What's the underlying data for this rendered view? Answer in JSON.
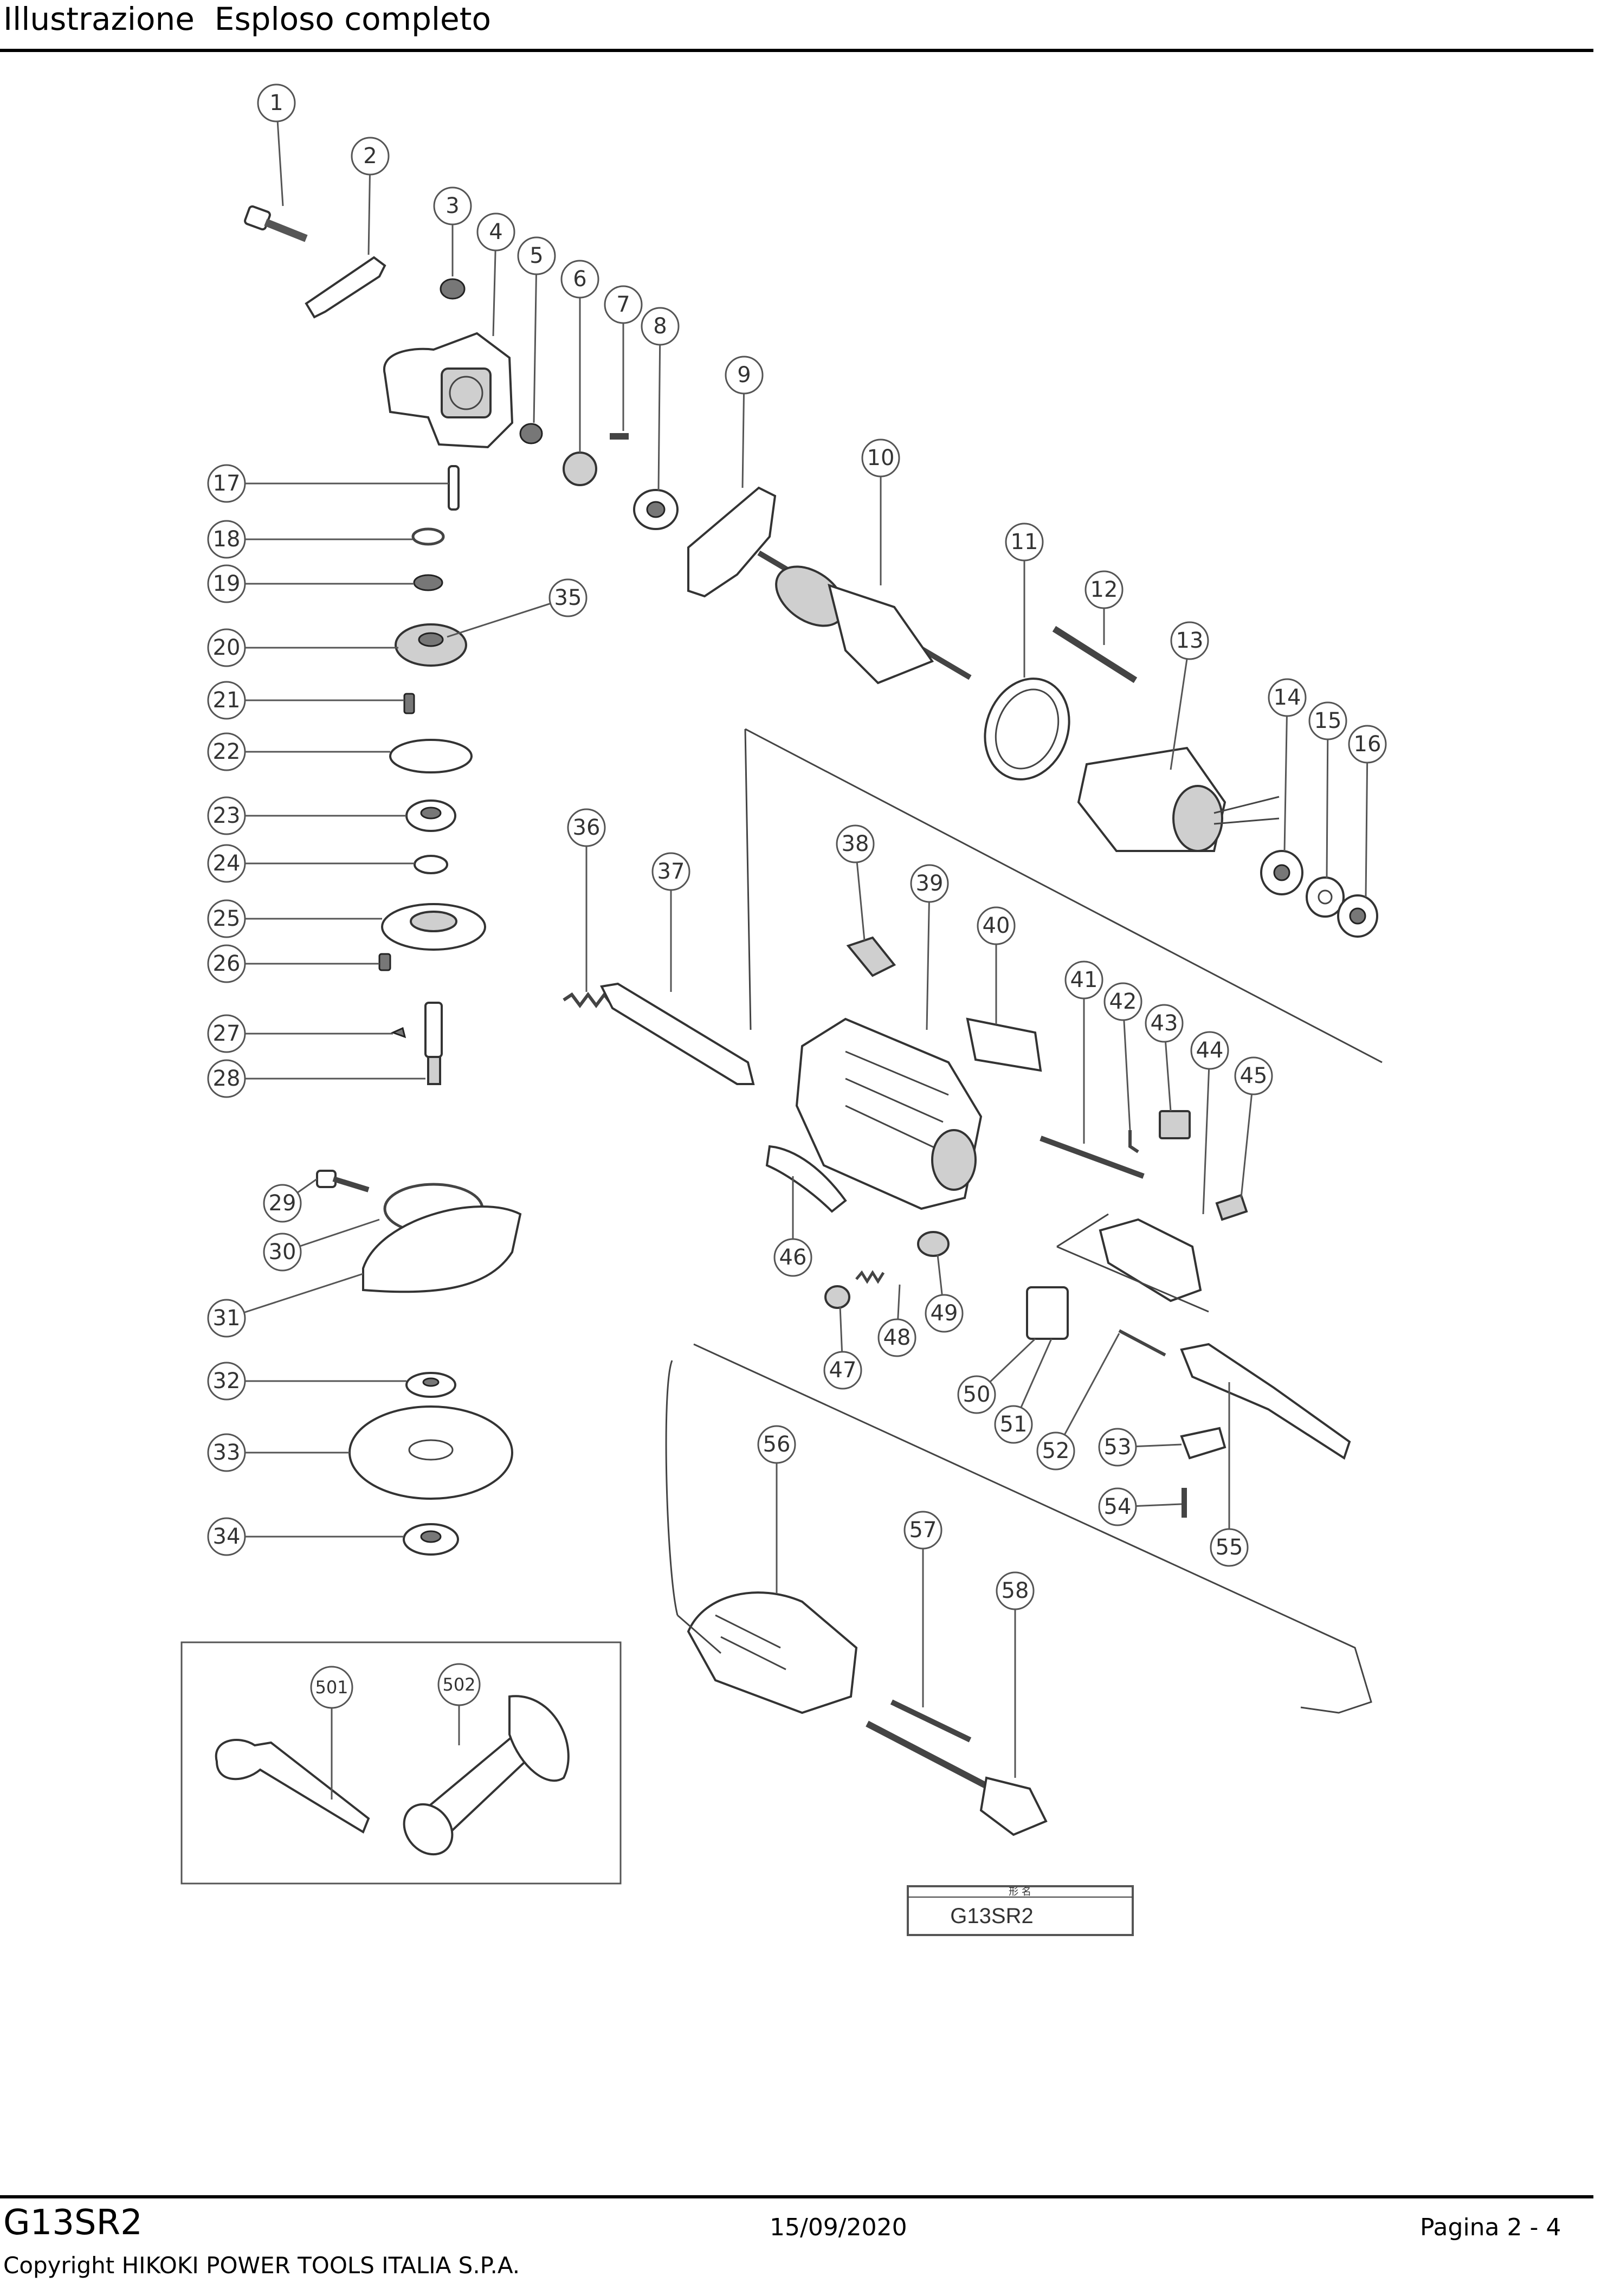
{
  "header": {
    "title": "Illustrazione  Esploso completo"
  },
  "diagram": {
    "part_numbers": [
      "1",
      "2",
      "3",
      "4",
      "5",
      "6",
      "7",
      "8",
      "9",
      "10",
      "11",
      "12",
      "13",
      "14",
      "15",
      "16",
      "17",
      "18",
      "19",
      "20",
      "21",
      "22",
      "23",
      "24",
      "25",
      "26",
      "27",
      "28",
      "29",
      "30",
      "31",
      "32",
      "33",
      "34",
      "35",
      "36",
      "37",
      "38",
      "39",
      "40",
      "41",
      "42",
      "43",
      "44",
      "45",
      "46",
      "47",
      "48",
      "49",
      "50",
      "51",
      "52",
      "53",
      "54",
      "55",
      "56",
      "57",
      "58"
    ],
    "accessory_part_numbers": [
      "501",
      "502"
    ],
    "title_block": {
      "label": "形 名",
      "model": "G13SR2"
    }
  },
  "footer": {
    "model": "G13SR2",
    "date": "15/09/2020",
    "page": "Pagina 2 - 4",
    "copyright": "Copyright HIKOKI POWER TOOLS ITALIA S.P.A."
  }
}
